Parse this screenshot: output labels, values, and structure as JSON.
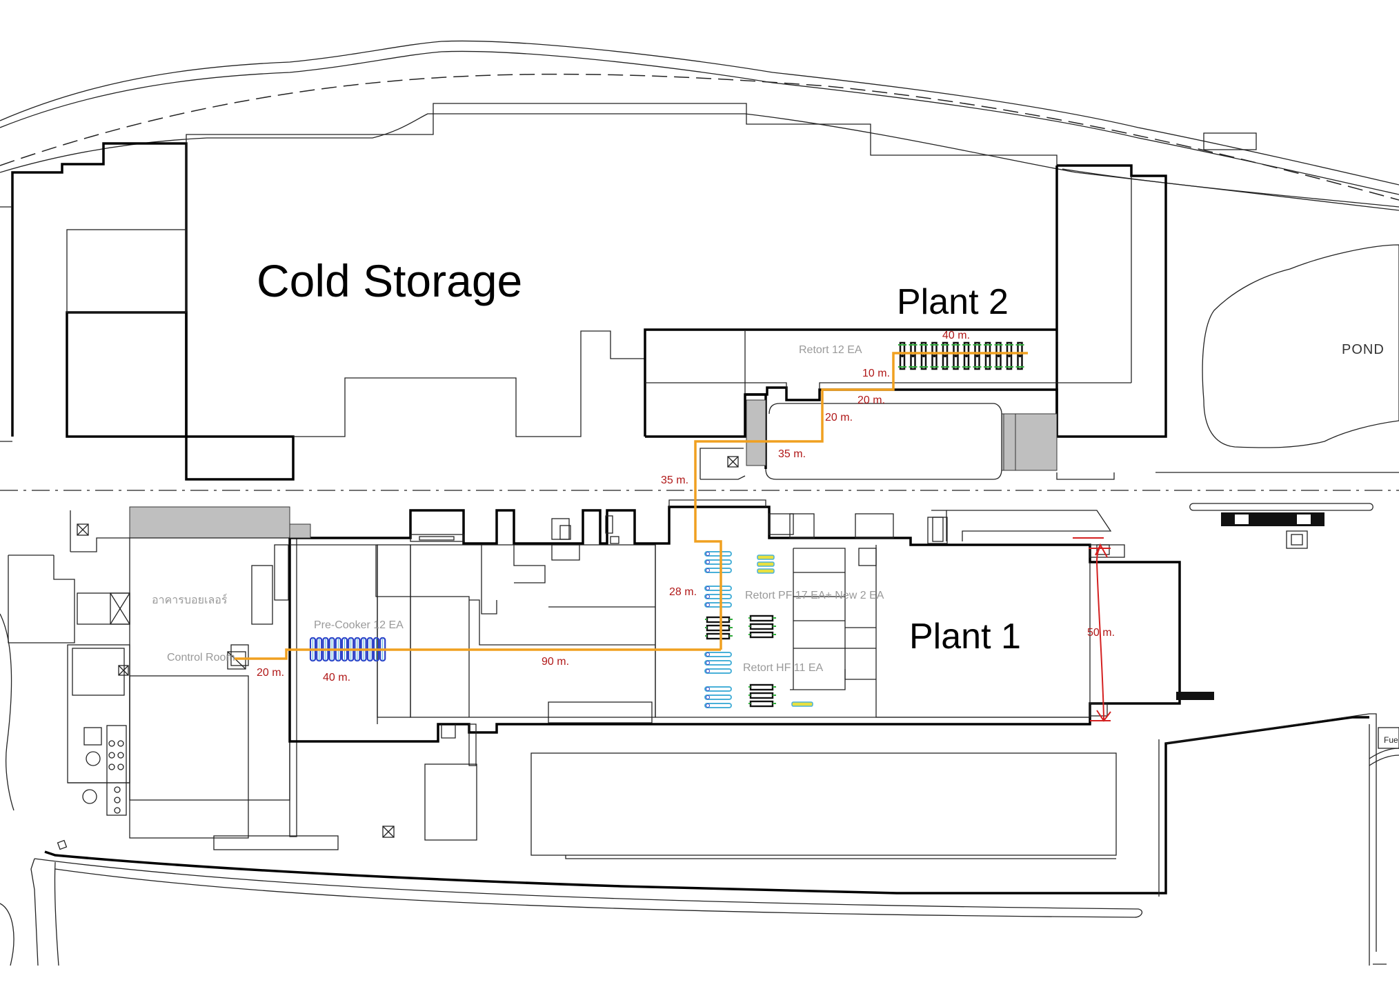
{
  "labels": {
    "cold_storage": "Cold Storage",
    "plant2": "Plant 2",
    "plant1": "Plant 1",
    "pond": "POND",
    "boiler_building": "อาคารบอยเลอร์",
    "control_room": "Control Room",
    "pre_cooker": "Pre-Cooker 12 EA",
    "retort_plant2": "Retort 12 EA",
    "retort_pf": "Retort PF 17 EA+ New 2 EA",
    "retort_hf": "Retort HF 11 EA",
    "fuel_tag": "Fue"
  },
  "dimensions": {
    "d_40_plant2": "40 m.",
    "d_10": "10 m.",
    "d_20_upper": "20 m.",
    "d_20_mid": "20 m.",
    "d_35_right": "35 m.",
    "d_35_left": "35 m.",
    "d_28": "28 m.",
    "d_90": "90 m.",
    "d_20_control": "20 m.",
    "d_40_precooker": "40 m.",
    "d_50": "50 m."
  },
  "colors": {
    "steam_pipe": "#f0a020",
    "dimension_text": "#b01818",
    "red_markup": "#d42020",
    "equipment_blue": "#2b3fc8",
    "equipment_cyan": "#48b0d8",
    "equipment_green": "#2faa3a",
    "equipment_yellow": "#e8e040"
  }
}
